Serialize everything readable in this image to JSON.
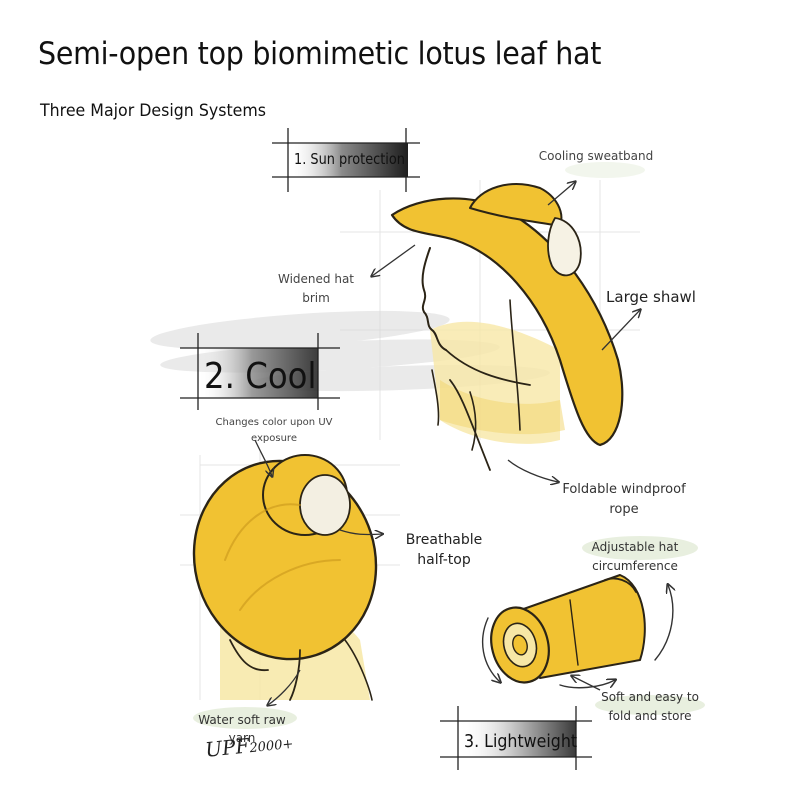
{
  "title": "Semi-open top biomimetic lotus leaf hat",
  "subtitle": "Three Major Design Systems",
  "systems": [
    {
      "label": "1. Sun protection"
    },
    {
      "label": "2. Cool"
    },
    {
      "label": "3. Lightweight"
    }
  ],
  "notes": {
    "cooling_sweatband": "Cooling sweatband",
    "widened_brim": "Widened hat brim",
    "large_shawl": "Large shawl",
    "uv_color": "Changes color upon UV exposure",
    "foldable_rope": "Foldable windproof rope",
    "breathable_top": "Breathable half-top",
    "adjustable": "Adjustable hat circumference",
    "soft_fold": "Soft and easy to fold and store",
    "water_yarn": "Water soft raw yarn"
  },
  "handwriting": {
    "upf_main": "UPF",
    "upf_sub": "2000+"
  },
  "colors": {
    "hat_yellow": "#f1c232",
    "pale_yellow": "#f7e7a6",
    "ink": "#2b2416"
  }
}
